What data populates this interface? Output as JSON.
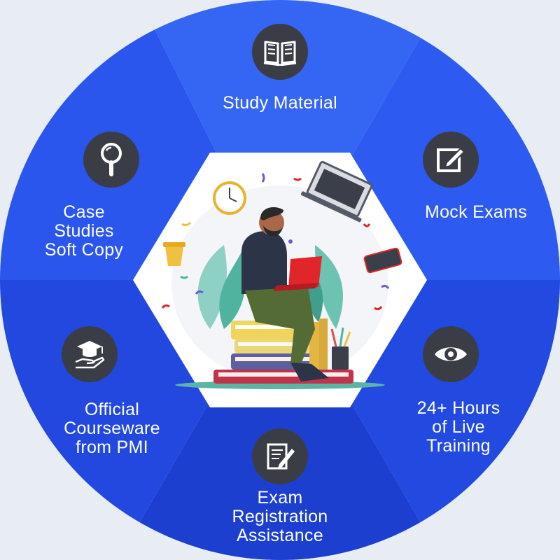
{
  "colors": {
    "segment_light": "#2f5ef0",
    "segment_mid": "#2850e6",
    "segment_dark": "#1c3fd0",
    "icon_bg": "#3a3d45",
    "center_bg": "#ffffff"
  },
  "segments": [
    {
      "id": "study-material",
      "icon": "open-book-icon",
      "lines": [
        "Study Material"
      ]
    },
    {
      "id": "mock-exams",
      "icon": "edit-pencil-icon",
      "lines": [
        "Mock Exams"
      ]
    },
    {
      "id": "live-training",
      "icon": "eye-icon",
      "lines": [
        "24+ Hours",
        "of Live",
        "Training"
      ]
    },
    {
      "id": "exam-registration",
      "icon": "document-pen-icon",
      "lines": [
        "Exam",
        "Registration",
        "Assistance"
      ]
    },
    {
      "id": "official-courseware",
      "icon": "graduation-cap-hand-icon",
      "lines": [
        "Official",
        "Courseware",
        "from PMI"
      ]
    },
    {
      "id": "case-studies",
      "icon": "magnifier-icon",
      "lines": [
        "Case",
        "Studies",
        "Soft Copy"
      ]
    }
  ],
  "center": {
    "illustration": "student-studying-illustration"
  }
}
